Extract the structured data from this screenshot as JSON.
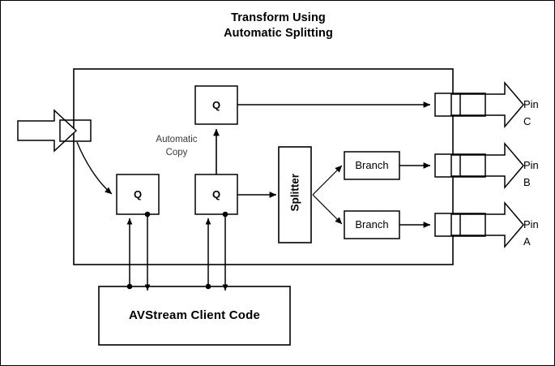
{
  "diagram": {
    "type": "block-diagram",
    "title_line1": "Transform Using",
    "title_line2": "Automatic Splitting",
    "background_color": "#ffffff",
    "stroke_color": "#000000",
    "annotation_color": "#3a3a3a"
  },
  "labels": {
    "automatic_copy_line1": "Automatic",
    "automatic_copy_line2": "Copy",
    "splitter": "Splitter",
    "client_code": "AVStream Client Code",
    "queue": "Q",
    "branch": "Branch"
  },
  "nodes": {
    "queue_top": {
      "label": "Q"
    },
    "queue_left": {
      "label": "Q"
    },
    "queue_middle": {
      "label": "Q"
    },
    "splitter": {
      "label": "Splitter"
    },
    "branch_upper": {
      "label": "Branch"
    },
    "branch_lower": {
      "label": "Branch"
    },
    "client_code": {
      "label": "AVStream Client Code"
    }
  },
  "pins": [
    {
      "id": "pin-c",
      "line1": "Pin",
      "line2": "C"
    },
    {
      "id": "pin-b",
      "line1": "Pin",
      "line2": "B"
    },
    {
      "id": "pin-a",
      "line1": "Pin",
      "line2": "A"
    }
  ],
  "input": {
    "name": "input-stream-arrow"
  }
}
